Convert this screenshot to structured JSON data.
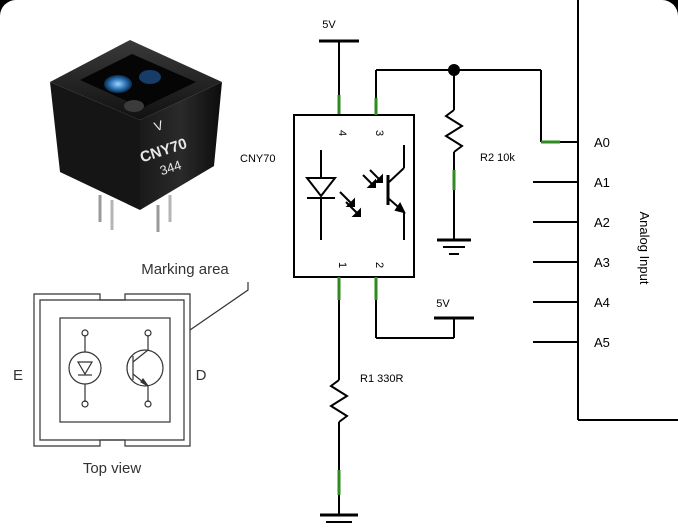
{
  "photo": {
    "marking_line1": "V",
    "marking_line2": "CNY70",
    "marking_line3": "344"
  },
  "top_view": {
    "marking_area_label": "Marking area",
    "left_pin_label": "E",
    "right_pin_label": "D",
    "caption": "Top view"
  },
  "schematic": {
    "supply_top_label": "5V",
    "supply_right_label": "5V",
    "part_label": "CNY70",
    "pin_labels": [
      "4",
      "3",
      "1",
      "2"
    ],
    "r1_label": "R1 330R",
    "r2_label": "R2 10k"
  },
  "board": {
    "pins": [
      "A0",
      "A1",
      "A2",
      "A3",
      "A4",
      "A5"
    ],
    "side_label": "Analog Input"
  },
  "colors": {
    "wire": "#000000",
    "pin_end": "#2e8b1e",
    "window_frame": "#000000"
  }
}
